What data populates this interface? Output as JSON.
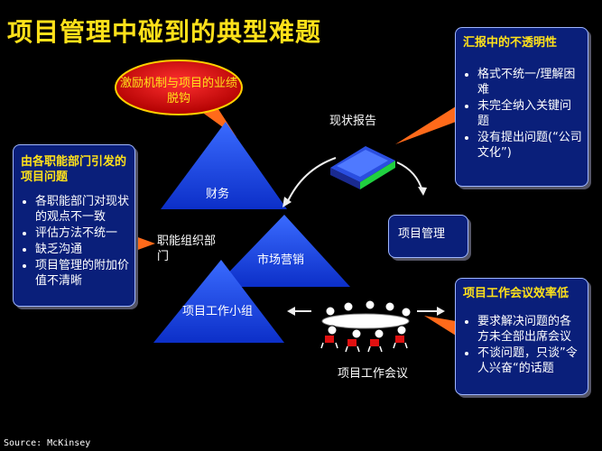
{
  "title": "项目管理中碰到的典型难题",
  "source": "Source: McKinsey",
  "incentive": "激励机制与项目的业绩脱钩",
  "status_report": "现状报告",
  "pyramid": {
    "finance": "财务",
    "marketing": "市场营销",
    "project_team": "项目工作小组",
    "functional_dept": "职能组织部门"
  },
  "project_mgmt": "项目管理",
  "meeting_label": "项目工作会议",
  "left_box": {
    "head": "由各职能部门引发的项目问题",
    "items": [
      "各职能部门对现状的观点不一致",
      "评估方法不统一",
      "缺乏沟通",
      "项目管理的附加价值不清晰"
    ]
  },
  "right_top_box": {
    "head": "汇报中的不透明性",
    "items": [
      "格式不统一/理解困难",
      "未完全纳入关键问题",
      "没有提出问题(“公司文化”)"
    ]
  },
  "right_bottom_box": {
    "head": "项目工作会议效率低",
    "items": [
      "要求解决问题的各方未全部出席会议",
      "不谈问题，只谈”令人兴奋“的话题"
    ]
  },
  "colors": {
    "title": "#ffe11a",
    "box_bg": "#0a1f7a",
    "pyramid": "#1540e0",
    "callout": "#ff6a1a",
    "ellipse": "#e01010"
  }
}
